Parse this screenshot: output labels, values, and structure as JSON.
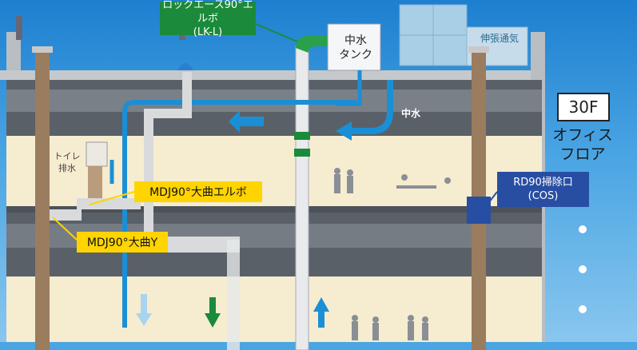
{
  "labels": {
    "lockace": [
      "ロックエース90°エルボ",
      "(LK-L)"
    ],
    "tank": [
      "中水",
      "タンク"
    ],
    "vent": "伸張通気",
    "floor_number": "30F",
    "floor_name": [
      "オフィス",
      "フロア"
    ],
    "toilet": [
      "トイレ",
      "排水"
    ],
    "mdj_elbow": "MDJ90°大曲エルボ",
    "mdj_y": "MDJ90°大曲Y",
    "rd90": [
      "RD90掃除口",
      "(COS)"
    ],
    "gray_water": "中水"
  },
  "colors": {
    "accent_green": "#1b8a3a",
    "label_yellow": "#ffd400",
    "cos_blue": "#284ea3",
    "water_blue": "#1a8fd6"
  }
}
